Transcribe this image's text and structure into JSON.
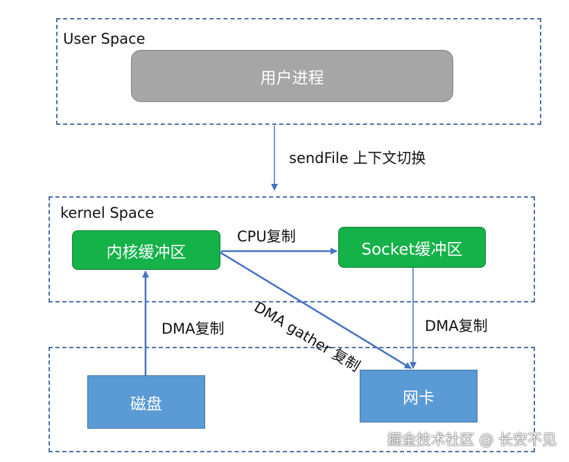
{
  "regions": {
    "user_space": "User Space",
    "kernel_space": "kernel Space"
  },
  "nodes": {
    "user_process": "用户进程",
    "kernel_buffer": "内核缓冲区",
    "socket_buffer": "Socket缓冲区",
    "disk": "磁盘",
    "nic": "网卡"
  },
  "edges": {
    "sendfile": "sendFile 上下文切换",
    "cpu_copy": "CPU复制",
    "dma_copy_disk": "DMA复制",
    "dma_copy_nic": "DMA复制",
    "dma_gather": "DMA gather 复制"
  },
  "watermark": "掘金技术社区 @ 长安不见",
  "colors": {
    "region_border": "#4a6fa5",
    "process_fill": "#a6a6a6",
    "buffer_fill": "#15b24a",
    "device_fill": "#5b9bd5",
    "arrow": "#4472c4"
  }
}
